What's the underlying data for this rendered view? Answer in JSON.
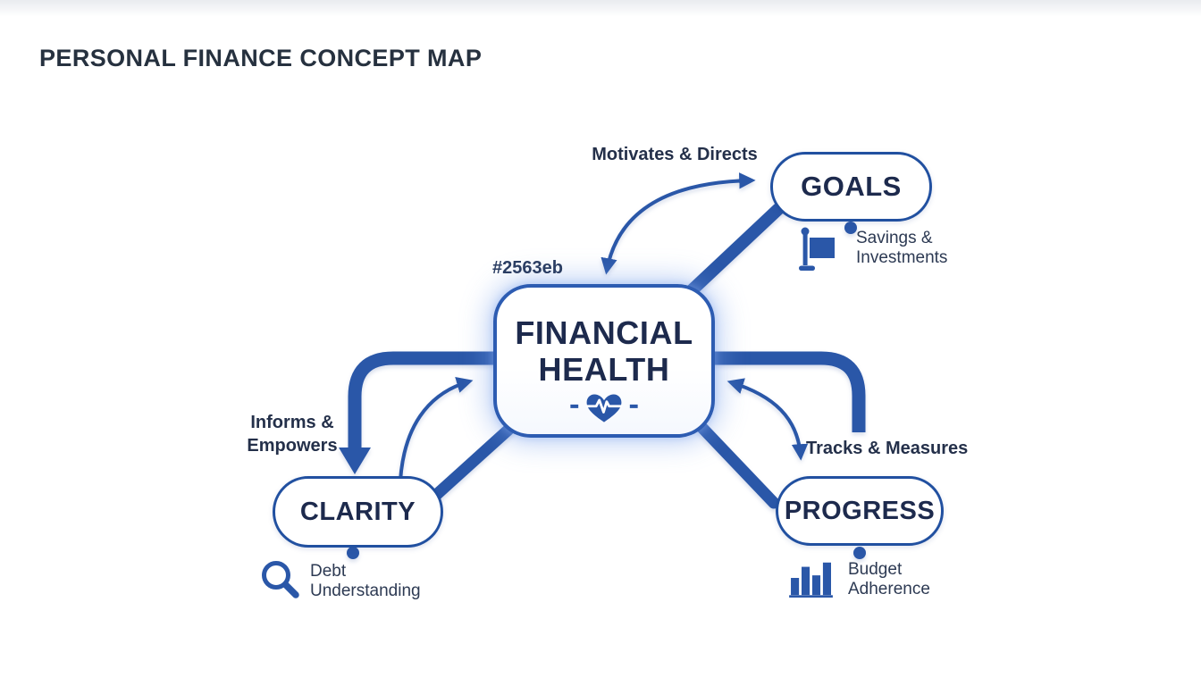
{
  "title": "PERSONAL FINANCE CONCEPT MAP",
  "center": {
    "line1": "FINANCIAL",
    "line2": "HEALTH",
    "color_tag": "#2563eb",
    "icon": "heart-pulse-icon"
  },
  "goals": {
    "label": "GOALS",
    "edge_label": "Motivates & Directs",
    "sub1": "Savings &",
    "sub2": "Investments",
    "icon": "flag-icon"
  },
  "clarity": {
    "label": "CLARITY",
    "edge_label1": "Informs &",
    "edge_label2": "Empowers",
    "sub1": "Debt",
    "sub2": "Understanding",
    "icon": "magnifier-icon"
  },
  "progress": {
    "label": "PROGRESS",
    "edge_label": "Tracks & Measures",
    "sub1": "Budget",
    "sub2": "Adherence",
    "icon": "bar-chart-icon"
  },
  "colors": {
    "accent": "#2563eb",
    "line_blue": "#2a57a8",
    "node_text": "#1d2a4d",
    "title_text": "#26313f"
  }
}
